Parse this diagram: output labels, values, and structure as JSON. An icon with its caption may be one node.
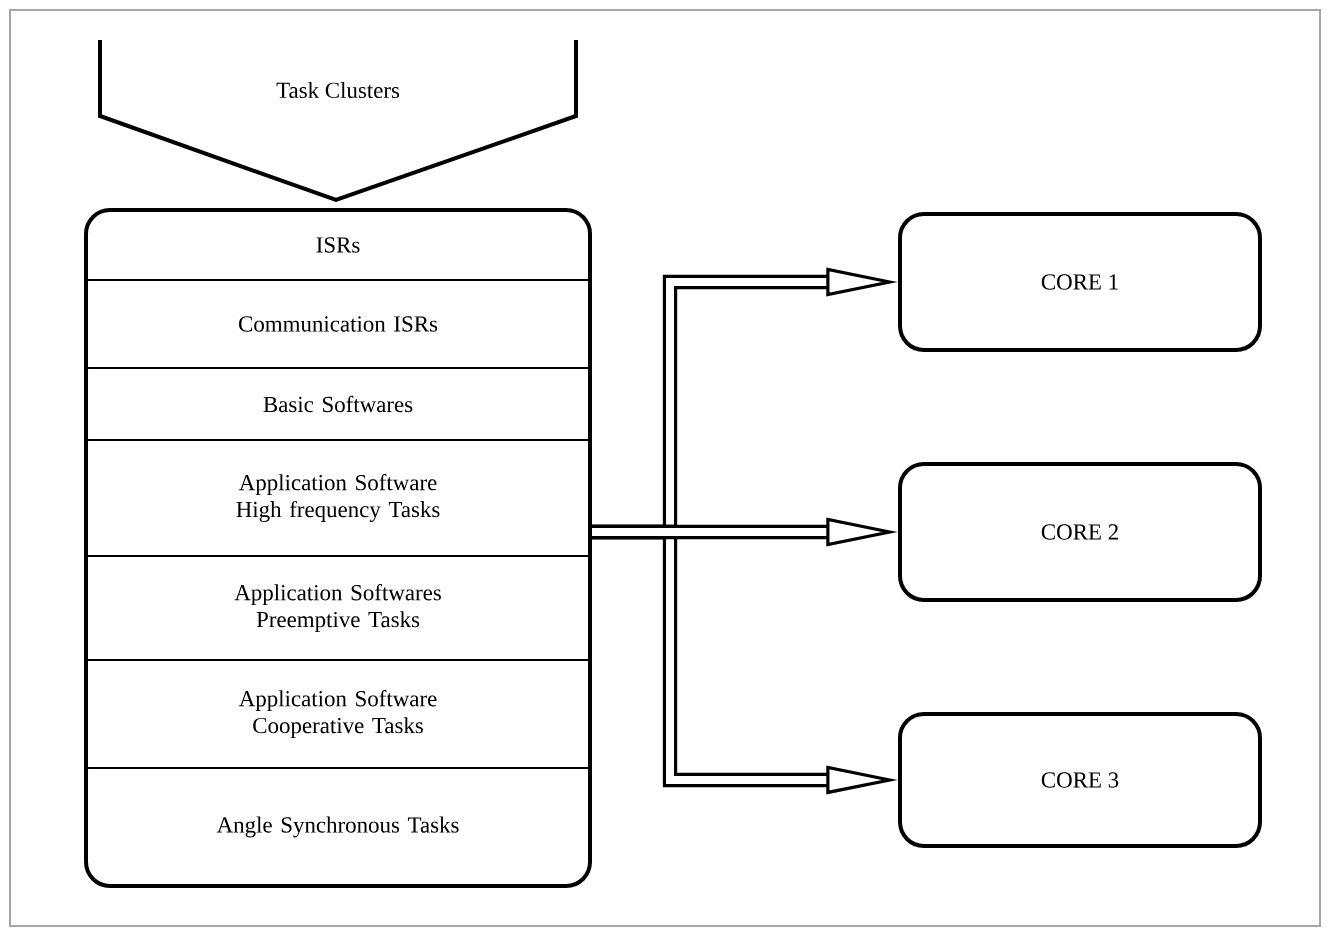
{
  "diagram": {
    "nodes": [
      {
        "text": [
          "Task Clusters"
        ]
      },
      {
        "text": [],
        "shape": "box"
      },
      {
        "text": [
          "ISRs"
        ],
        "in": 1
      },
      {
        "text": [
          "Communication ISRs"
        ],
        "in": 1
      },
      {
        "text": [
          "Basic Softwares"
        ],
        "in": 1
      },
      {
        "text": [
          "Application Software High frequency Tasks"
        ],
        "in": 1
      },
      {
        "text": [
          "Application Softwares Preemptive Tasks"
        ],
        "in": 1
      },
      {
        "text": [
          "Application Software Cooperative Tasks"
        ],
        "in": 1
      },
      {
        "text": [
          "Angle Synchronous Tasks"
        ],
        "in": 1
      },
      {
        "text": [
          "CORE 1"
        ]
      },
      {
        "text": [
          "CORE 2"
        ]
      },
      {
        "text": [
          "CORE 3"
        ]
      }
    ],
    "edges": [
      {
        "from": 1,
        "to": 9,
        "arrow": "to"
      },
      {
        "from": 1,
        "to": 11,
        "arrow": "to"
      },
      {
        "from": 1,
        "to": 10,
        "arrow": "to"
      }
    ]
  }
}
